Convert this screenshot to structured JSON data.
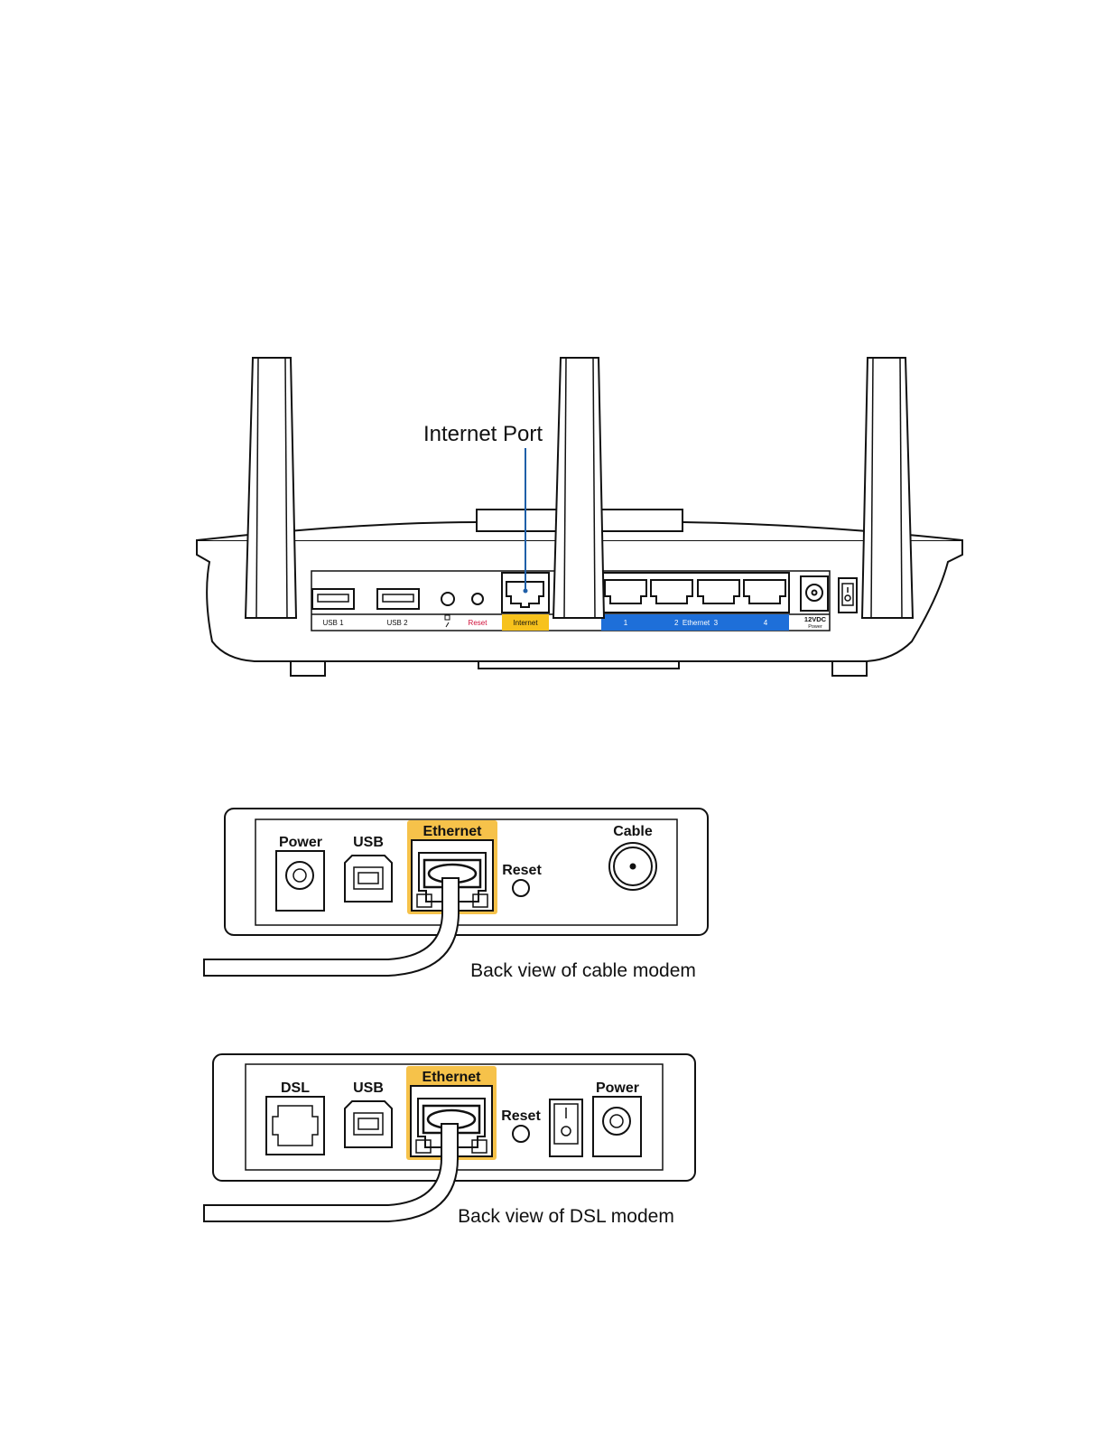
{
  "router": {
    "callout": "Internet Port",
    "usb1": "USB 1",
    "usb2": "USB 2",
    "reset": "Reset",
    "internet": "Internet",
    "eth1": "1",
    "eth_mid": "2  Ethernet  3",
    "eth4": "4",
    "power_v": "12VDC",
    "power_sub": "Power"
  },
  "cable_modem": {
    "power": "Power",
    "usb": "USB",
    "ethernet": "Ethernet",
    "reset": "Reset",
    "cable": "Cable",
    "caption": "Back view of cable modem"
  },
  "dsl_modem": {
    "dsl": "DSL",
    "usb": "USB",
    "ethernet": "Ethernet",
    "reset": "Reset",
    "power": "Power",
    "caption": "Back view of DSL modem"
  },
  "colors": {
    "ethernet_highlight": "#F6C24A",
    "internet_highlight": "#F7C21C",
    "lan_highlight": "#1E6FD9",
    "callout_line": "#1F5FA8",
    "reset_text": "#D0103A"
  }
}
